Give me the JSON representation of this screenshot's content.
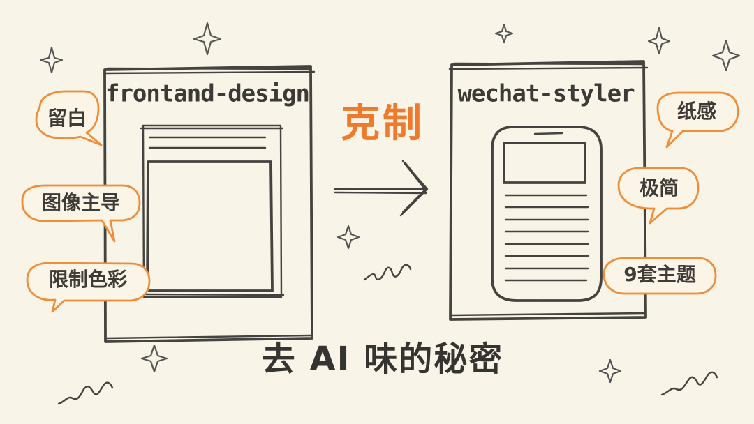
{
  "diagram": {
    "left_panel_title": "frontand-design",
    "right_panel_title": "wechat-styler",
    "center_label": "克制",
    "bottom_title": "去 AI 味的秘密",
    "left_tags": [
      "留白",
      "图像主导",
      "限制色彩"
    ],
    "right_tags": [
      "纸感",
      "极简",
      "9套主题"
    ],
    "accent_color": "#ef7a2c",
    "line_color": "#45433f",
    "background_color": "#f8f4e7"
  }
}
